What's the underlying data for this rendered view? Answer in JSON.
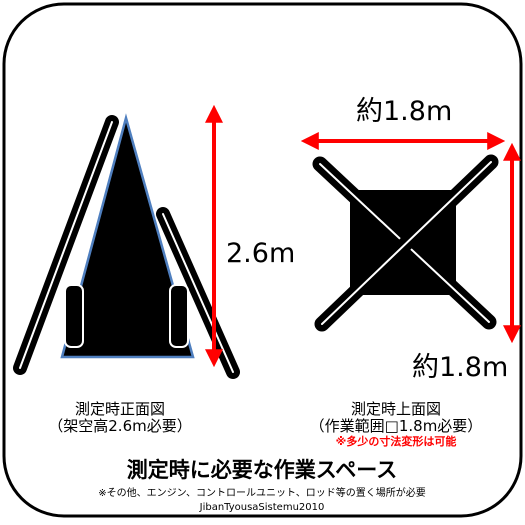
{
  "front_view": {
    "height_dim": "2.6m",
    "caption_line1": "測定時正面図",
    "caption_line2": "（架空高2.6m必要）"
  },
  "top_view": {
    "width_dim": "約1.8m",
    "depth_dim": "約1.8m",
    "caption_line1": "測定時上面図",
    "caption_line2": "（作業範囲□1.8m必要）",
    "note": "※多少の寸法変形は可能"
  },
  "footer": {
    "title": "測定時に必要な作業スペース",
    "subtitle": "※その他、エンジン、コントロールユニット、ロッド等の置く場所が必要",
    "credit": "JibanTyousaSistemu2010"
  },
  "colors": {
    "arrow": "#ff0000",
    "shape": "#000000",
    "tower_edge": "#4f7fbf",
    "note": "#ff0000"
  }
}
